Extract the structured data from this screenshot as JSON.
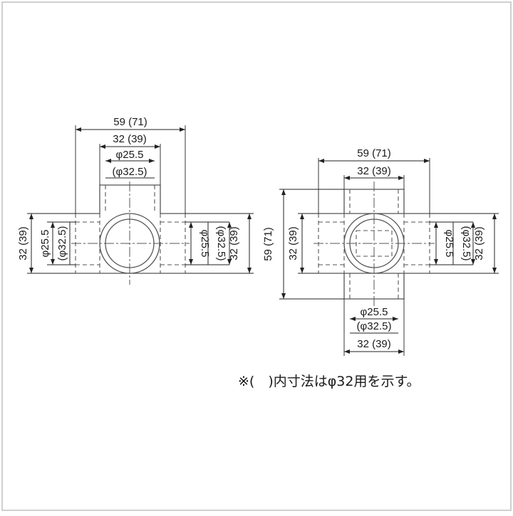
{
  "left_view": {
    "top_dims": {
      "overall": "59 (71)",
      "mid": "32 (39)",
      "dia_inner": "φ25.5",
      "dia_outer": "(φ32.5)"
    },
    "left_dims": {
      "height": "32 (39)",
      "dia_inner": "φ25.5",
      "dia_outer": "(φ32.5)"
    },
    "right_dims": {
      "dia_inner": "φ25.5",
      "dia_outer": "(φ32.5)",
      "height": "32 (39)"
    }
  },
  "right_view": {
    "top_dims": {
      "overall": "59 (71)",
      "mid": "32 (39)"
    },
    "left_dims": {
      "overall": "59 (71)",
      "mid": "32 (39)"
    },
    "right_dims": {
      "dia_inner": "φ25.5",
      "dia_outer": "(φ32.5)",
      "height": "32 (39)"
    },
    "bottom_dims": {
      "dia_inner": "φ25.5",
      "dia_outer": "(φ32.5)",
      "width": "32 (39)"
    }
  },
  "note": "※(　)内寸法はφ32用を示す。"
}
